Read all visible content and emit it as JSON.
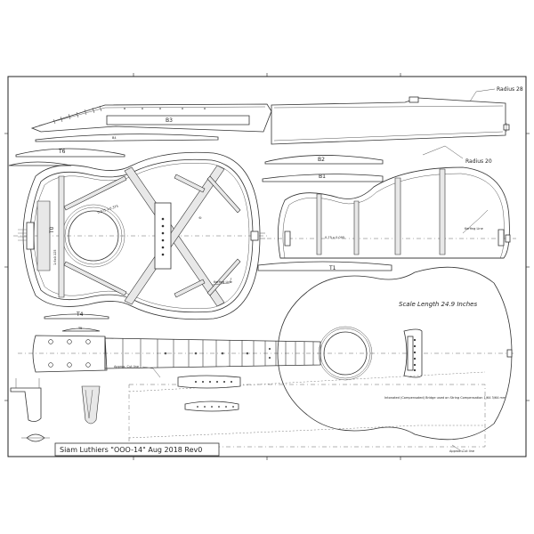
{
  "labels": {
    "radius_28": "Radius 28",
    "radius_20": "Radius 20",
    "b3": "B3",
    "b4": "B4",
    "b2": "B2",
    "b1": "B1",
    "t1": "T1",
    "t4": "T4",
    "t5": "T5",
    "t6": "T6",
    "t0": "T0",
    "kerfing_line_back": "Kerfing Line",
    "kerfing_line_top": "Kerfing Line",
    "scale_length": "Scale Length 24.9 Inches",
    "approx_cut_line_left": "Approx. Cut line",
    "approx_cut_line_right": "Approx. Cut line",
    "dim_top_brace": "0.375 x 0.375",
    "dim_side_brace": "1.6x0.125",
    "dim_back_brace": "0.75 x 0.095",
    "tiny_note": "Intonated (Compensated) Bridge used on String Compensation 1/64 3/64 mm"
  },
  "title_block": {
    "text": "Siam Luthiers \"OOO-14\" Aug 2018 Rev0"
  },
  "colors": {
    "line": "#333333",
    "paper": "#ffffff",
    "fill": "#e8e8e8"
  }
}
